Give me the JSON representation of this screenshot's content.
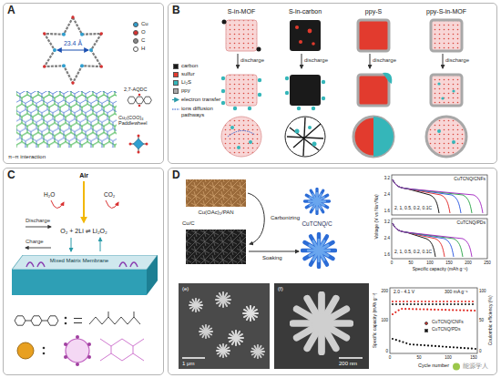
{
  "diagram": {
    "nodes": [
      {
        "text": [
          "A"
        ]
      },
      {
        "text": [
          "B"
        ]
      },
      {
        "text": [
          "C"
        ]
      },
      {
        "text": [
          "Mixed Matrix Membrane"
        ],
        "in": 2
      },
      {
        "text": [
          "D"
        ]
      }
    ],
    "labels": [
      "23.4 Å",
      "π–π interaction",
      "2,7-AQDC",
      "Cu₂(COO)₄ Paddlewheel",
      "S-in-MOF",
      "S-in-carbon",
      "ppy-S",
      "ppy-S-in-MOF",
      "discharge",
      "discharge",
      "discharge",
      "discharge",
      "Air",
      "H₂O",
      "CO₂",
      "Discharge",
      "O₂ + 2Li ⇌ Li₂O₂",
      "Charge",
      "Cu(OAc)₂/PAN",
      "Cu/C",
      "Carbonizing",
      "Soaking",
      "CuTCNQ/C",
      "CuTCNQ/CNFs",
      "CuTCNQ/PDs",
      "2, 1, 0.5, 0.2, 0.1C",
      "2, 1, 0.5, 0.2, 0.1C",
      "Voltage (V vs Na⁺/Na)",
      "Specific capacity (mAh g⁻¹)",
      "3.2",
      "2.4",
      "1.6",
      "3.2",
      "2.4",
      "1.6",
      "0",
      "50",
      "100",
      "150",
      "200",
      "250",
      "(e)",
      "(f)",
      "1 μm",
      "200 nm",
      "2.0 - 4.1 V",
      "300 mA g⁻¹",
      "Specific capacity (mAh g⁻¹)",
      "Coulombic efficiency (%)",
      "Cycle number",
      "0",
      "100",
      "200",
      "0",
      "50",
      "100",
      "0",
      "50",
      "100",
      "150",
      "能源学人"
    ],
    "legend": [
      {
        "text": "Cu",
        "color": "#2f9fd0"
      },
      {
        "text": "O",
        "color": "#d93030"
      },
      {
        "text": "C",
        "color": "#8a8a8a"
      },
      {
        "text": "H",
        "color": "#ffffff"
      },
      {
        "text": "carbon",
        "color": "#1a1a1a"
      },
      {
        "text": "sulfur",
        "color": "#e23b2e"
      },
      {
        "text": "Li₂S",
        "color": "#35b6b9"
      },
      {
        "text": "ppy",
        "color": "#a8a8a8"
      },
      {
        "text": "electron transfer"
      },
      {
        "text": "ions diffusion pathways"
      },
      {
        "text": "CuTCNQ/CNFs",
        "color": "#e0261f"
      },
      {
        "text": "CuTCNQ/PDs",
        "color": "#111111"
      }
    ]
  }
}
